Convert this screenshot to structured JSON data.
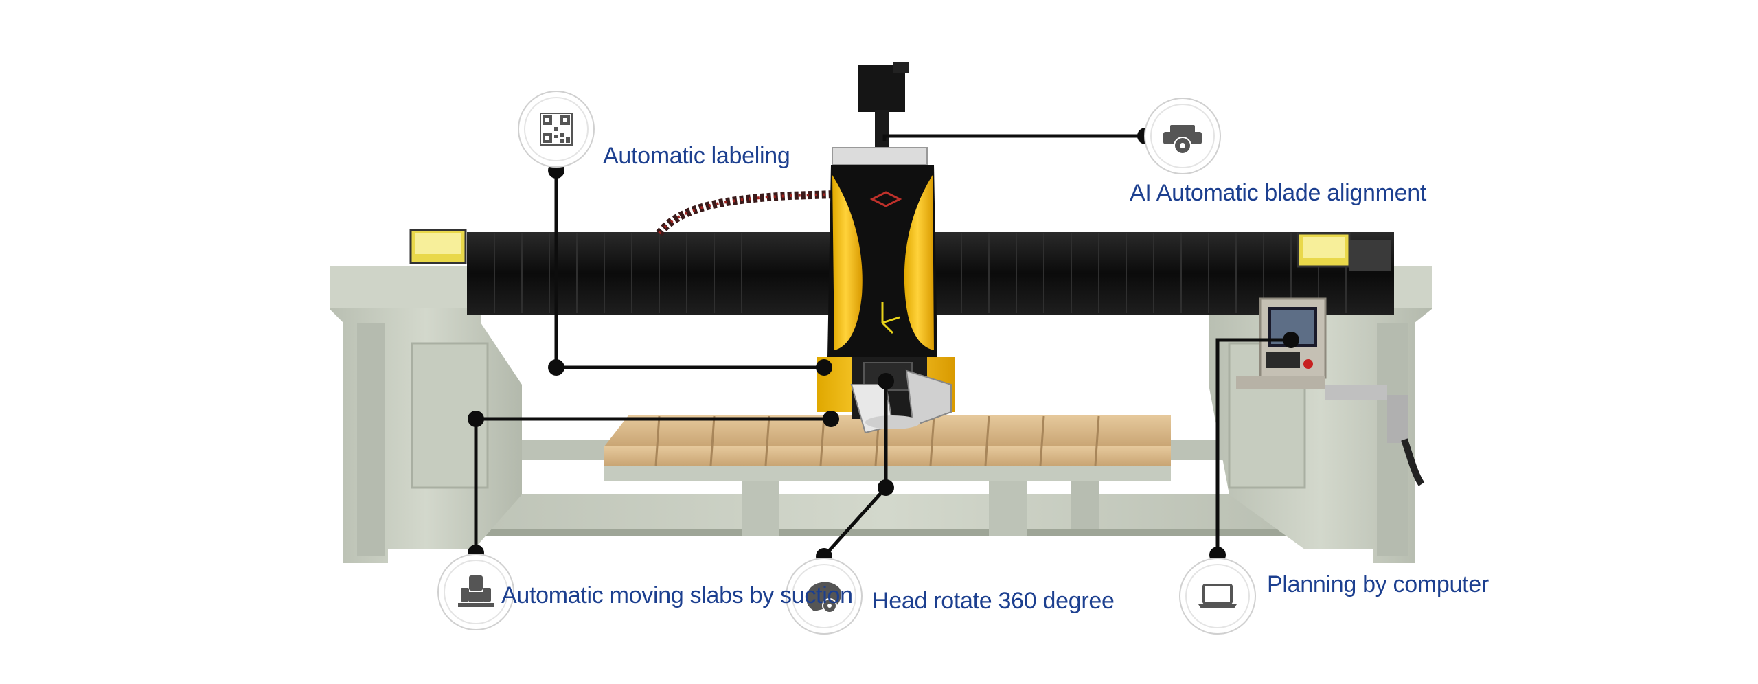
{
  "features": {
    "labeling": {
      "label": "Automatic labeling",
      "icon": "qr-code-icon"
    },
    "blade_alignment": {
      "label": "AI Automatic blade alignment",
      "icon": "camera-icon"
    },
    "suction": {
      "label": "Automatic moving slabs by suction",
      "icon": "suction-cup-icon"
    },
    "head_rotate": {
      "label": "Head rotate 360 degree",
      "icon": "rotating-head-icon"
    },
    "planning": {
      "label": "Planning by computer",
      "icon": "laptop-icon"
    }
  },
  "colors": {
    "label_text": "#1c3f8f",
    "icon": "#555555",
    "callout_line": "#0d0d0d",
    "machine_frame": "#c9cfc2",
    "beam": "#111111",
    "head_yellow": "#f2c21a",
    "worktable_wood": "#d8b98c"
  }
}
